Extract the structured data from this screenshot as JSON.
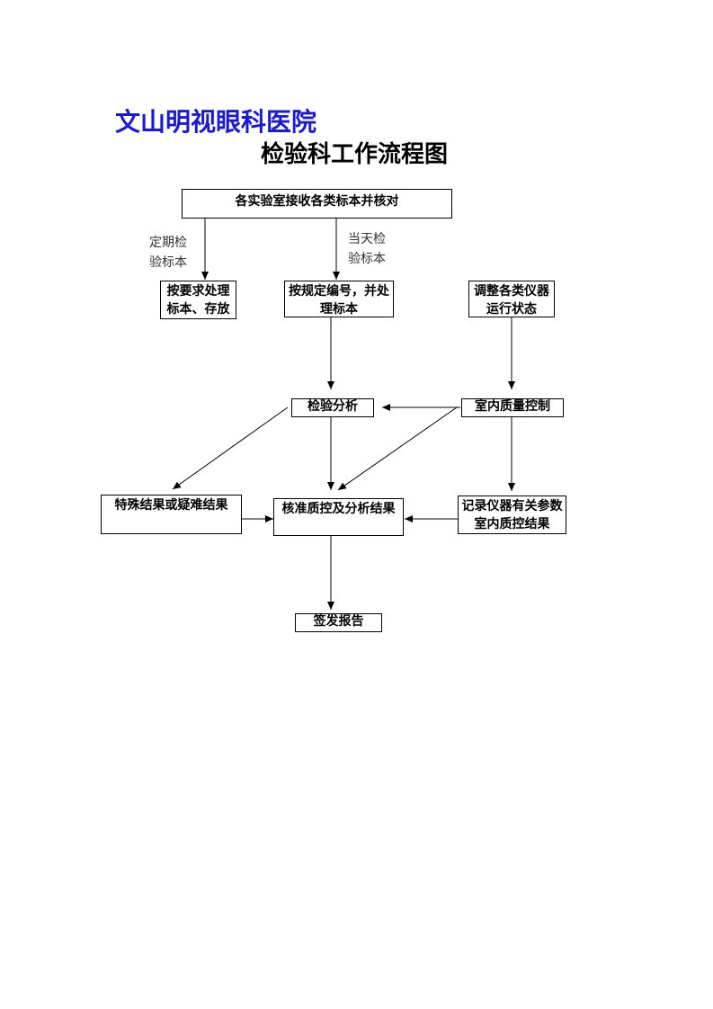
{
  "header": {
    "hospital": "文山明视眼科医院",
    "title": "检验科工作流程图"
  },
  "nodes": {
    "receive": "各实验室接收各类标本并核对",
    "store": "按要求处理标本、存放",
    "number": "按规定编号，并处理标本",
    "adjust": "调整各类仪器运行状态",
    "analysis": "检验分析",
    "qc": "室内质量控制",
    "special": "特殊结果或疑难结果",
    "verify": "核准质控及分析结果",
    "record": "记录仪器有关参数室内质控结果",
    "report": "签发报告"
  },
  "edge_labels": {
    "scheduled": "定期检\n验标本",
    "same_day": "当天检\n验标本"
  }
}
